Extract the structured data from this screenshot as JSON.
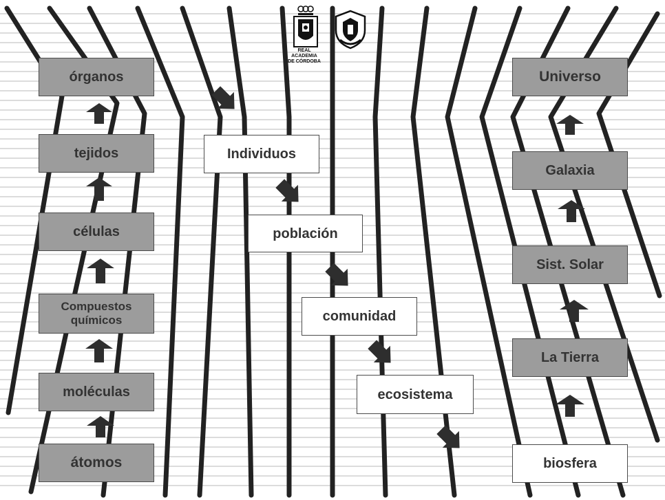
{
  "logos": {
    "academy_caption_line1": "REAL ACADEMIA",
    "academy_caption_line2": "DE CÓRDOBA"
  },
  "left_column": {
    "items": [
      {
        "label": "órganos"
      },
      {
        "label": "tejidos"
      },
      {
        "label": "células"
      },
      {
        "label": "Compuestos químicos"
      },
      {
        "label": "moléculas"
      },
      {
        "label": "átomos"
      }
    ]
  },
  "middle_column": {
    "items": [
      {
        "label": "Individuos"
      },
      {
        "label": "población"
      },
      {
        "label": "comunidad"
      },
      {
        "label": "ecosistema"
      }
    ]
  },
  "right_column": {
    "items": [
      {
        "label": "Universo"
      },
      {
        "label": "Galaxia"
      },
      {
        "label": "Sist. Solar"
      },
      {
        "label": "La Tierra"
      },
      {
        "label": "biosfera"
      }
    ]
  },
  "colors": {
    "box_gray": "#9c9c9c",
    "box_white": "#ffffff",
    "arrow": "#2e2e2e",
    "lines": "#222222",
    "grid": "#dcdcdc"
  }
}
